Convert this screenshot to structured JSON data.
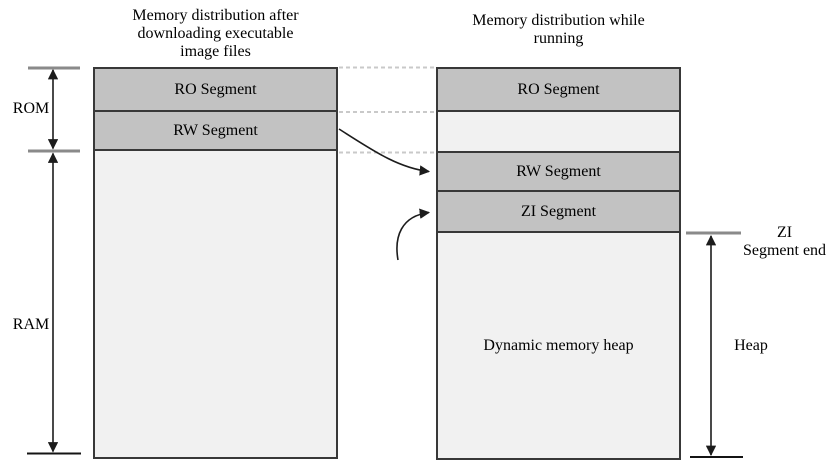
{
  "left_column": {
    "title_lines": [
      "Memory distribution after",
      "downloading executable",
      "image files"
    ],
    "segments": [
      {
        "name": "ro",
        "label": "RO Segment"
      },
      {
        "name": "rw",
        "label": "RW Segment"
      },
      {
        "name": "free",
        "label": ""
      }
    ]
  },
  "right_column": {
    "title_lines": [
      "Memory distribution while",
      "running"
    ],
    "segments": [
      {
        "name": "ro",
        "label": "RO Segment"
      },
      {
        "name": "gap",
        "label": ""
      },
      {
        "name": "rw",
        "label": "RW Segment"
      },
      {
        "name": "zi",
        "label": "ZI Segment"
      },
      {
        "name": "heap",
        "label": "Dynamic memory heap"
      }
    ]
  },
  "annotations": {
    "rom": "ROM",
    "ram": "RAM",
    "zi_segment_end_lines": [
      "ZI",
      "Segment end"
    ],
    "heap": "Heap"
  },
  "colors": {
    "segment_fill": "#c2c2c2",
    "light_fill": "#f1f1f1",
    "box_border": "#383838",
    "dashed_line": "#c9c9c9",
    "arrow": "#1c1c1c",
    "tick_gray": "#8a8a8a",
    "tick_dark": "#141414",
    "text": "#000000",
    "background": "#ffffff"
  }
}
